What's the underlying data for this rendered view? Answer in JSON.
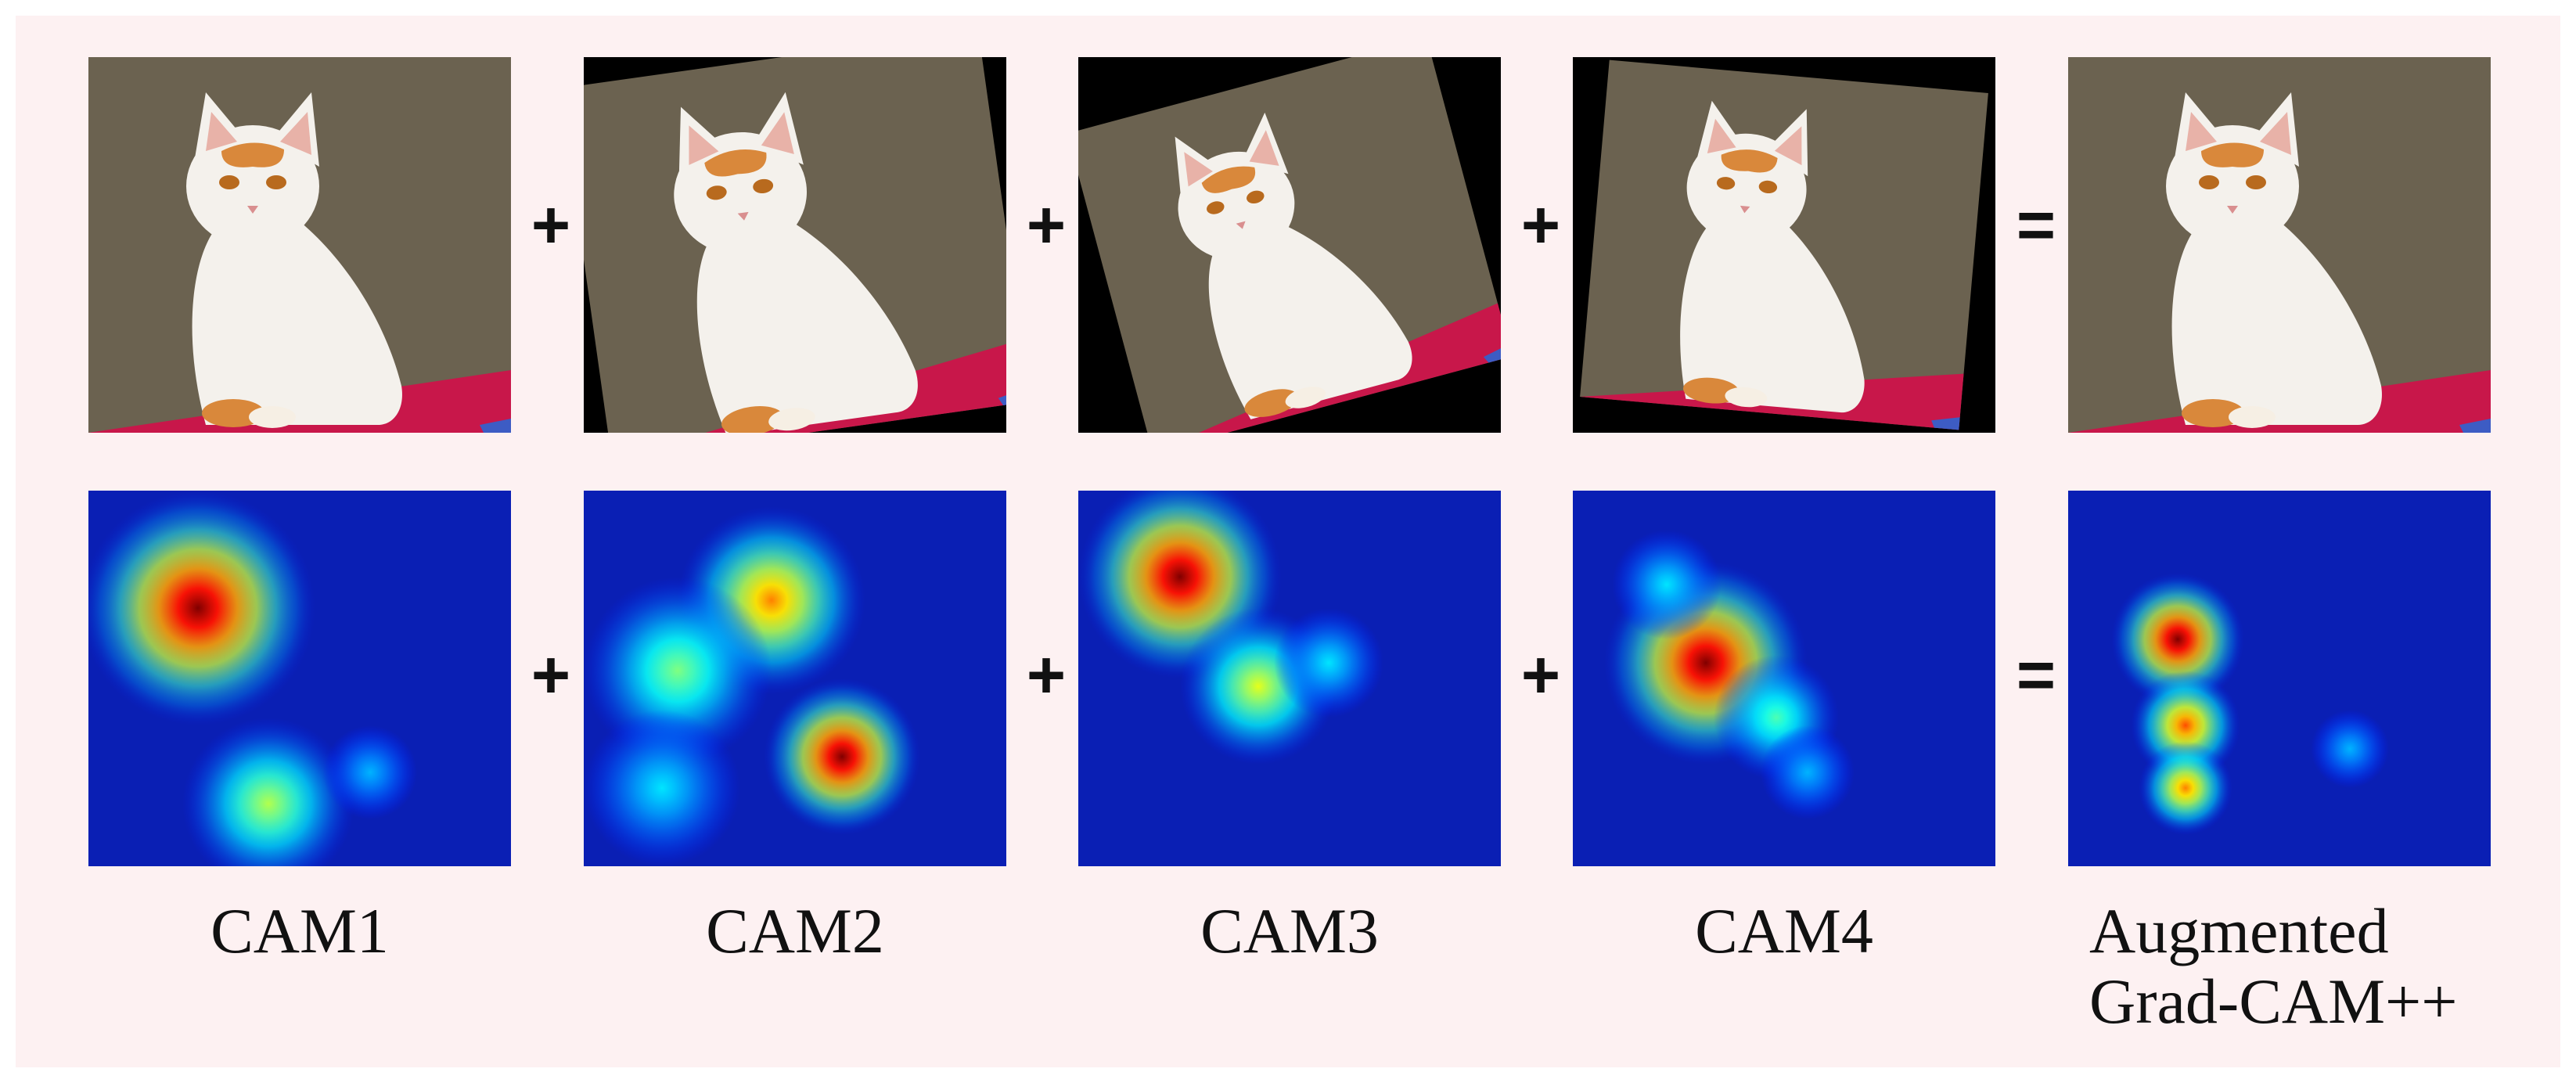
{
  "colors": {
    "background": "#fdf1f2",
    "wall": "#6b6250",
    "cat": "#f4f1ec",
    "ear_orange": "#d9883b",
    "blanket": "#c8174a",
    "blanket_blue": "#3d5cc4",
    "cam_low": "#0a1fb4",
    "cam_high": "#8b0000"
  },
  "operators": {
    "plus": "+",
    "equals": "="
  },
  "images": [
    {
      "name": "original",
      "rotation_deg": 0,
      "icon": "cat-photo"
    },
    {
      "name": "augmented-1",
      "rotation_deg": -8,
      "icon": "cat-photo"
    },
    {
      "name": "augmented-2",
      "rotation_deg": -15,
      "icon": "cat-photo"
    },
    {
      "name": "augmented-3",
      "rotation_deg": 5,
      "icon": "cat-photo"
    },
    {
      "name": "result-image",
      "rotation_deg": 0,
      "icon": "cat-photo"
    }
  ],
  "heatmaps": [
    {
      "name": "CAM1",
      "icon": "heatmap"
    },
    {
      "name": "CAM2",
      "icon": "heatmap"
    },
    {
      "name": "CAM3",
      "icon": "heatmap"
    },
    {
      "name": "CAM4",
      "icon": "heatmap"
    },
    {
      "name": "Augmented Grad-CAM++",
      "icon": "heatmap"
    }
  ],
  "labels": {
    "cam1": "CAM1",
    "cam2": "CAM2",
    "cam3": "CAM3",
    "cam4": "CAM4",
    "final_line1": "Augmented",
    "final_line2": "Grad-CAM++"
  }
}
